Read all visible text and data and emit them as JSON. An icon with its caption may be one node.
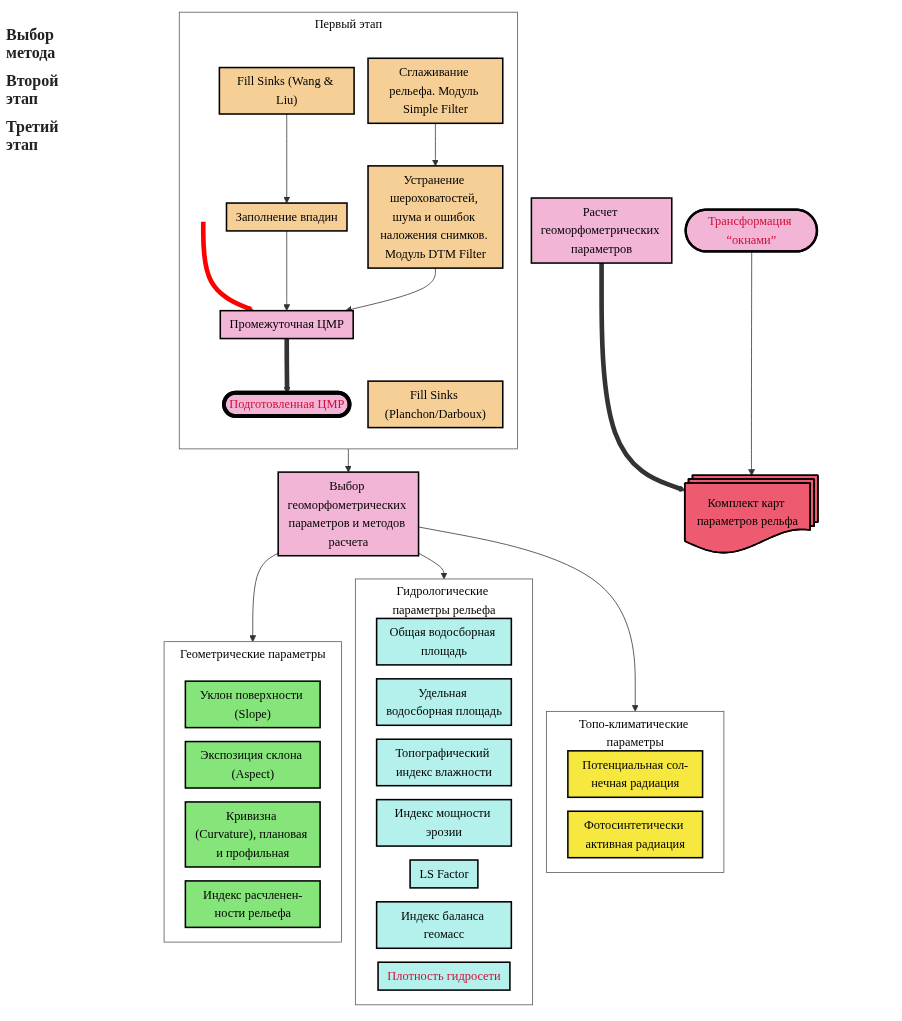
{
  "diagram": {
    "nodes": [
      {
        "text": [
          "Первый этап"
        ]
      },
      {
        "text": [
          "Промежуточная ЦМР"
        ],
        "in": 0
      },
      {
        "text": [
          "Заполнение впадин"
        ],
        "in": 0
      },
      {
        "text": [
          "Fill Sinks (Planchon/Darboux)"
        ],
        "in": 0
      },
      {
        "text": [
          "Fill Sinks (Wang & Liu)"
        ],
        "in": 0
      },
      {
        "text": [
          "Устранение шероховатостей, шума и ошибок наложения снимков. Модуль DTM Filter"
        ],
        "in": 0
      },
      {
        "text": [
          "Сглаживание рельефа. Модуль Simple Filter"
        ],
        "in": 0
      },
      {
        "text": [
          "Подготовленная ЦМР"
        ],
        "in": 0
      },
      {
        "text": [
          "Выбор геоморфометрических параметров и методов расчета"
        ]
      },
      {
        "text": [
          "Геометрические параметры"
        ]
      },
      {
        "text": [
          "Уклон поверхности (Slope)"
        ],
        "in": 9
      },
      {
        "text": [
          "Экспозиция склона (Aspect)"
        ],
        "in": 9
      },
      {
        "text": [
          "Кривизна (Curvature), плановая и профильная"
        ],
        "in": 9
      },
      {
        "text": [
          "Индекс расчленен-ности рельефа"
        ],
        "in": 9
      },
      {
        "text": [
          "Гидрологические параметры рельефа"
        ]
      },
      {
        "text": [
          "Общая водосборная площадь"
        ],
        "in": 14
      },
      {
        "text": [
          "Удельная водосборная площадь"
        ],
        "in": 14
      },
      {
        "text": [
          "Топографический индекс влажности"
        ],
        "in": 14
      },
      {
        "text": [
          "Индекс мощности эрозии"
        ],
        "in": 14
      },
      {
        "text": [
          "LS Factor"
        ],
        "in": 14
      },
      {
        "text": [
          "Индекс баланса геомасс"
        ],
        "in": 14
      },
      {
        "text": [
          "Плотность гидросети"
        ],
        "in": 14
      },
      {
        "text": [
          "Топо-климатические параметры"
        ]
      },
      {
        "text": [
          "Потенциальная сол-нечная радиация"
        ],
        "in": 22
      },
      {
        "text": [
          "Фотосинтетически активная радиация"
        ],
        "in": 22
      },
      {
        "text": [
          "Расчет геоморфометрических параметров"
        ]
      },
      {
        "text": [
          "Трансформация “окнами”"
        ]
      },
      {
        "text": [
          "Комплект карт параметров рельфа"
        ]
      }
    ],
    "edges": [
      {
        "from": null,
        "to": 1,
        "arrow": "to",
        "color": "#ff0000",
        "style": "thick"
      },
      {
        "from": 2,
        "to": 1,
        "arrow": "to"
      },
      {
        "from": 4,
        "to": 2,
        "arrow": "to"
      },
      {
        "from": 5,
        "to": 1,
        "arrow": "to"
      },
      {
        "from": 6,
        "to": 5,
        "arrow": "to"
      },
      {
        "from": 1,
        "to": 7,
        "arrow": "to",
        "style": "thick"
      },
      {
        "from": 0,
        "to": 8,
        "arrow": "to"
      },
      {
        "from": 8,
        "to": 9,
        "arrow": "to"
      },
      {
        "from": 8,
        "to": 14,
        "arrow": "to"
      },
      {
        "from": 8,
        "to": 22,
        "arrow": "to"
      },
      {
        "from": 25,
        "to": 27,
        "arrow": "to",
        "style": "thick"
      },
      {
        "from": 26,
        "to": 27,
        "arrow": "to"
      }
    ],
    "labels": [
      "Выбор метода",
      "Второй этап",
      "Третий этап"
    ]
  }
}
